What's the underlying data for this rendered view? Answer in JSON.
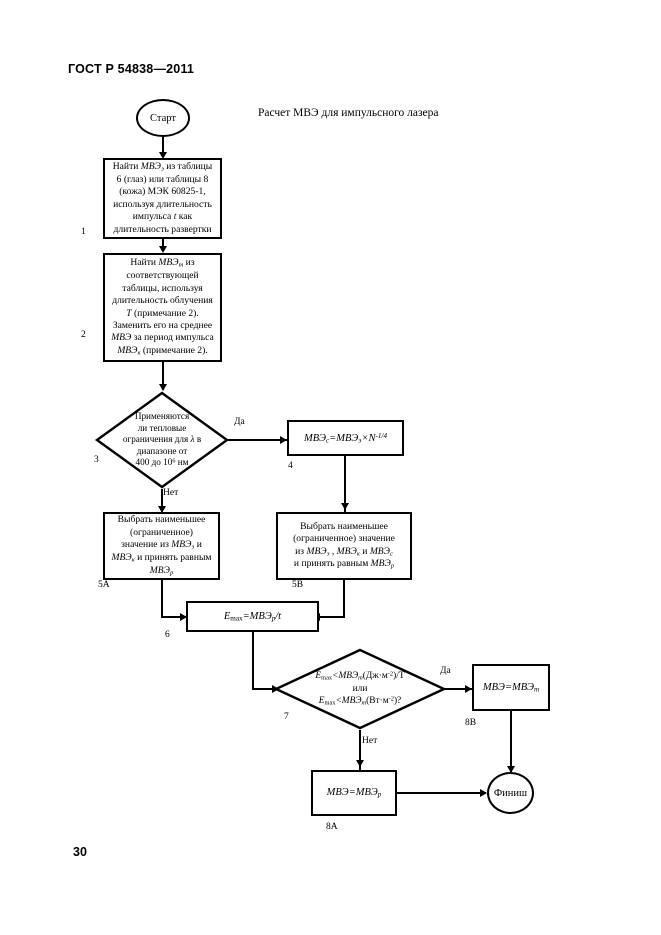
{
  "document": {
    "header": "ГОСТ Р 54838—2011",
    "page_number": "30"
  },
  "flowchart": {
    "title": "Расчет МВЭ для импульсного лазера",
    "start_label": "Старт",
    "finish_label": "Финиш",
    "yes_label": "Да",
    "no_label": "Нет",
    "nodes": {
      "n1": {
        "number": "1",
        "line1_a": "Найти ",
        "line1_b": "МВЭ",
        "line1_sub": "э",
        "line1_c": " из таблицы",
        "line2": "6 (глаз) или таблицы 8",
        "line3": "(кожа) МЭК 60825-1,",
        "line4": "используя длительность",
        "line5_a": "импульса ",
        "line5_b": "t",
        "line5_c": " как",
        "line6": "длительность развертки"
      },
      "n2": {
        "number": "2",
        "line1_a": "Найти ",
        "line1_b": "МВЭ",
        "line1_sub": "т",
        "line1_c": " из",
        "line2": "соответствующей",
        "line3": "таблицы, используя",
        "line4": "длительность облучения",
        "line5_a": "T",
        "line5_b": " (примечание 2).",
        "line6": "Заменить его на среднее",
        "line7_a": "МВЭ",
        "line7_b": " за период импульса",
        "line8_a": "МВЭ",
        "line8_sub": "к",
        "line8_b": " (примечание 2)."
      },
      "n3": {
        "number": "3",
        "line1": "Применяются",
        "line2": "ли тепловые",
        "line3_a": "ограничения для ",
        "line3_b": "λ",
        "line3_c": " в",
        "line4": "диапазоне от",
        "line5_a": "400 до 10",
        "line5_sup": "6",
        "line5_b": " нм"
      },
      "n4": {
        "number": "4",
        "formula_a": "МВЭ",
        "formula_sub1": "с",
        "formula_b": "=МВЭ",
        "formula_sub2": "э",
        "formula_c": "×N",
        "formula_sup": "-1/4"
      },
      "n5a": {
        "number": "5А",
        "line1": "Выбрать наименьшее",
        "line2": "(ограниченное)",
        "line3_a": "значение из ",
        "line3_b": "МВЭ",
        "line3_sub": "э",
        "line3_c": " и",
        "line4_a": "МВЭ",
        "line4_sub": "к",
        "line4_b": " и принять равным",
        "line5_a": "МВЭ",
        "line5_sub": "р"
      },
      "n5b": {
        "number": "5В",
        "line1": "Выбрать наименьшее",
        "line2": "(ограниченное) значение",
        "line3_a": "из ",
        "line3_b": "МВЭ",
        "line3_sub1": "э",
        "line3_c": " , ",
        "line3_d": "МВЭ",
        "line3_sub2": "к",
        "line3_e": " и ",
        "line3_f": "МВЭ",
        "line3_sub3": "с",
        "line4_a": "и принять равным ",
        "line4_b": "МВЭ",
        "line4_sub": "р"
      },
      "n6": {
        "number": "6",
        "formula_a": "E",
        "formula_sub1": "max",
        "formula_b": "=МВЭ",
        "formula_sub2": "р",
        "formula_c": "/t"
      },
      "n7": {
        "number": "7",
        "line1_a": "E",
        "line1_sub": "max",
        "line1_b": "<МВЭ",
        "line1_sub2": "т",
        "line1_c": "(Дж·м",
        "line1_sup": "-2",
        "line1_d": ")/T",
        "line2": "или",
        "line3_a": "E",
        "line3_sub": "max",
        "line3_b": "<МВЭ",
        "line3_sub2": "т",
        "line3_c": "(Вт·м",
        "line3_sup": "-2",
        "line3_d": ")?"
      },
      "n8a": {
        "number": "8А",
        "formula_a": "МВЭ=МВЭ",
        "formula_sub": "р"
      },
      "n8b": {
        "number": "8В",
        "formula_a": "МВЭ=МВЭ",
        "formula_sub": "т"
      }
    }
  },
  "colors": {
    "ink": "#000000",
    "paper": "#ffffff"
  }
}
